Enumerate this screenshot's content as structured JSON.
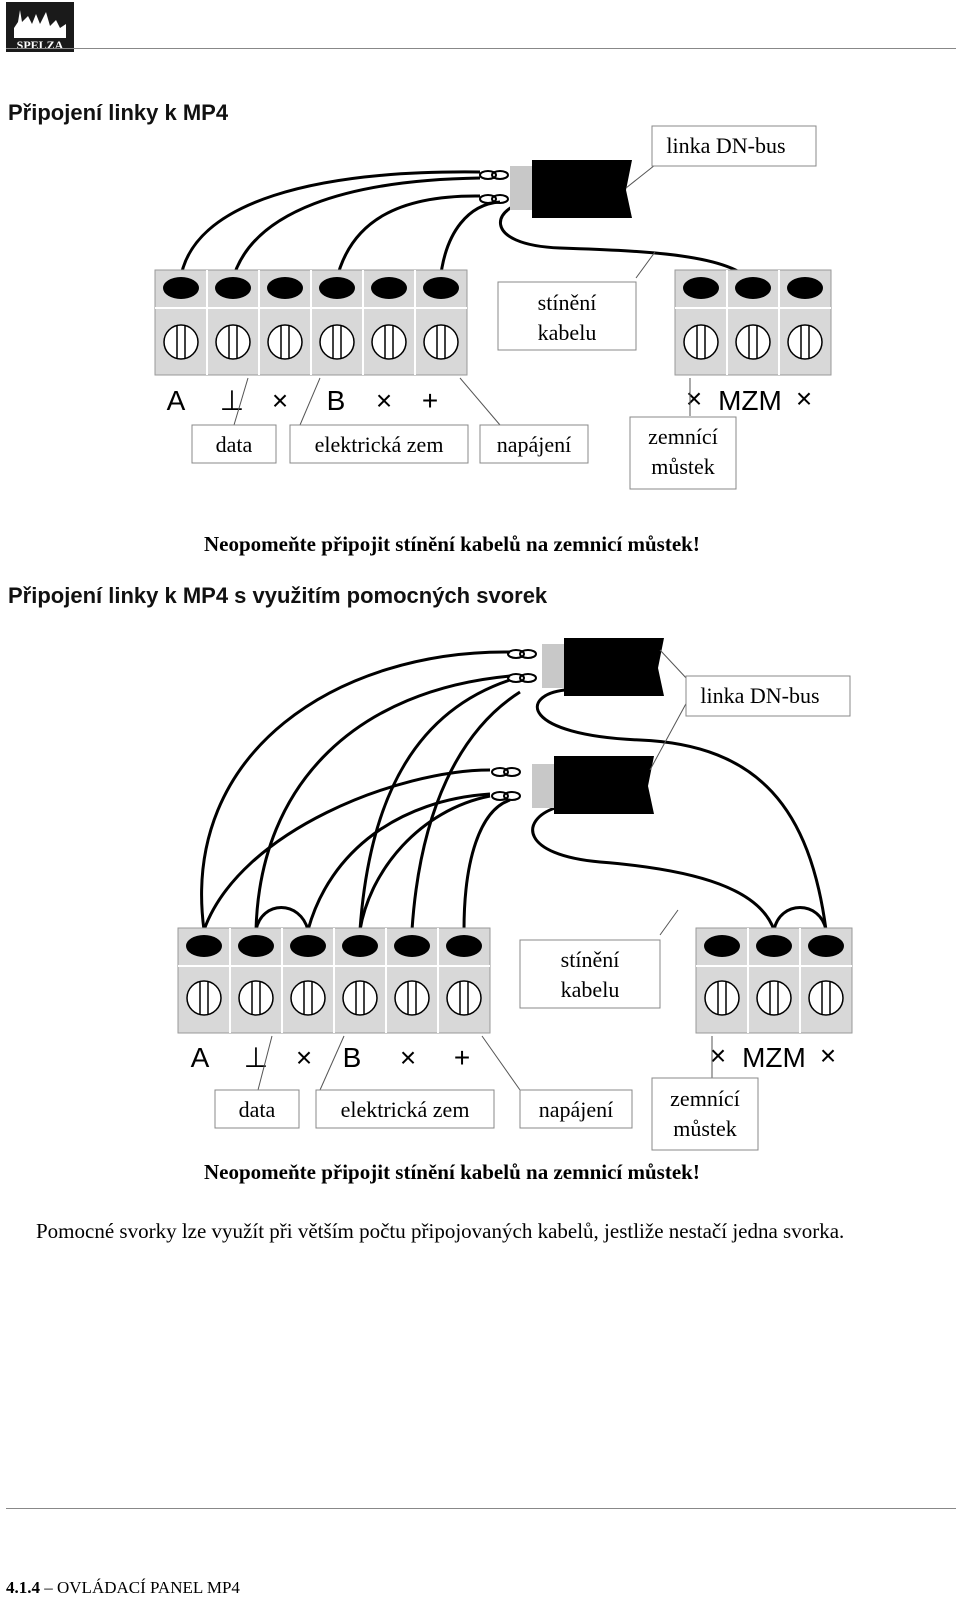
{
  "header": {
    "logo_text": "SPELZA"
  },
  "section1": {
    "title": "Připojení linky k MP4",
    "labels": {
      "cable": "linka DN-bus",
      "shield": [
        "stínění",
        "kabelu"
      ],
      "data": "data",
      "ground": "elektrická zem",
      "power": "napájení",
      "bridge": [
        "zemnící",
        "můstek"
      ]
    },
    "terminal_symbols": [
      "A",
      "⊥",
      "×",
      "B",
      "×",
      "+"
    ],
    "bridge_symbols": [
      "×",
      "MZM",
      "×"
    ],
    "warning": "Neopomeňte připojit stínění kabelů na zemnicí můstek!"
  },
  "section2": {
    "title": "Připojení linky k MP4 s využitím pomocných svorek",
    "labels": {
      "cable": "linka DN-bus",
      "shield": [
        "stínění",
        "kabelu"
      ],
      "data": "data",
      "ground": "elektrická zem",
      "power": "napájení",
      "bridge": [
        "zemnící",
        "můstek"
      ]
    },
    "terminal_symbols": [
      "A",
      "⊥",
      "×",
      "B",
      "×",
      "+"
    ],
    "bridge_symbols": [
      "×",
      "MZM",
      "×"
    ],
    "warning": "Neopomeňte připojit stínění kabelů na zemnicí můstek!"
  },
  "paragraph": "Pomocné svorky lze využít při větším počtu připojovaných kabelů, jestliže nestačí jedna svorka.",
  "footer": {
    "number": "4.1.4",
    "text": "– OVLÁDACÍ PANEL MP4"
  }
}
